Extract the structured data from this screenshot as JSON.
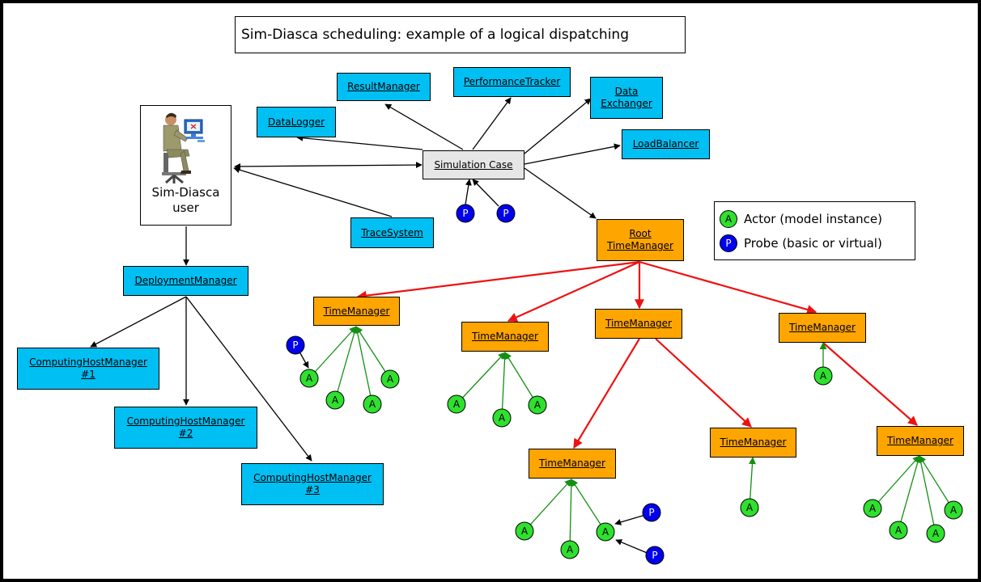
{
  "title": "Sim-Diasca scheduling: example of a logical dispatching",
  "user": {
    "label_line1": "Sim-Diasca",
    "label_line2": "user"
  },
  "services": {
    "result_manager": "ResultManager",
    "performance_tracker": "PerformanceTracker",
    "data_exchanger_line1": "Data",
    "data_exchanger_line2": "Exchanger",
    "data_logger": "DataLogger",
    "load_balancer": "LoadBalancer",
    "simulation_case": "Simulation Case",
    "trace_system": "TraceSystem"
  },
  "deployment": {
    "deployment_manager": "DeploymentManager",
    "hosts": [
      {
        "line1": "ComputingHostManager",
        "line2": "#1"
      },
      {
        "line1": "ComputingHostManager",
        "line2": "#2"
      },
      {
        "line1": "ComputingHostManager",
        "line2": "#3"
      }
    ]
  },
  "root_time_manager": {
    "line1": "Root",
    "line2": "TimeManager"
  },
  "time_manager_label": "TimeManager",
  "actor_symbol": "A",
  "probe_symbol": "P",
  "legend": {
    "actor": "Actor (model instance)",
    "probe": "Probe (basic or virtual)"
  },
  "colors": {
    "service_box": "#00bff3",
    "time_manager_box": "#ffa500",
    "simulation_case_box": "#e6e6e6",
    "actor": "#2fe02f",
    "probe": "#0000ee",
    "scheduling_link": "#ee1111",
    "actor_link": "#138f13",
    "control_link": "#000000"
  }
}
